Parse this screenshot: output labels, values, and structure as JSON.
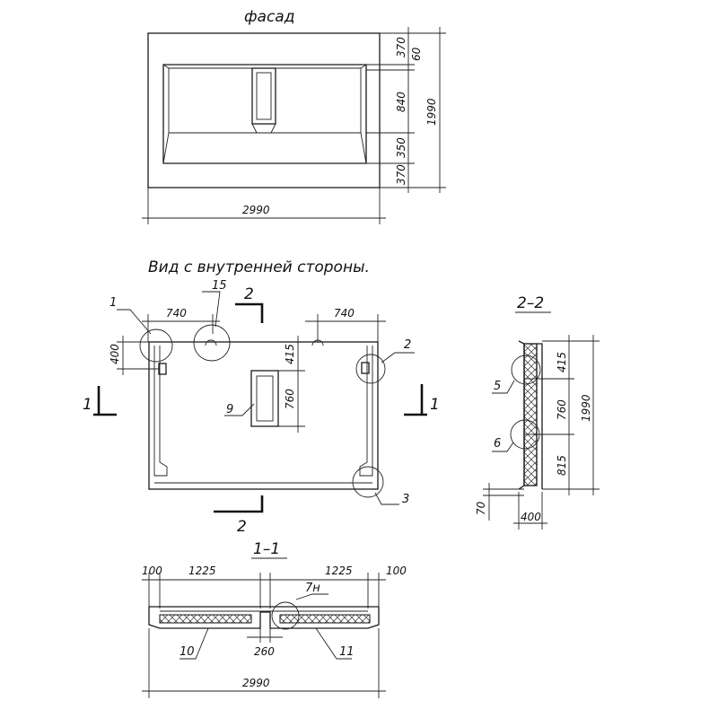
{
  "facade": {
    "title": "фасад",
    "width": "2990",
    "dims_right": [
      "370",
      "60",
      "840",
      "350",
      "370"
    ],
    "total_height": "1990"
  },
  "inner_view": {
    "title": "Вид с внутренней стороны.",
    "dim_left_top": "740",
    "dim_right_top": "740",
    "dim_left_vertical": "400",
    "dim_inner_415": "415",
    "dim_window_height": "760",
    "section_mark_2": "2",
    "section_mark_1": "1",
    "callouts": [
      "1",
      "15",
      "2",
      "9",
      "3"
    ]
  },
  "section_2_2": {
    "title": "2–2",
    "dims_right": [
      "415",
      "760",
      "815"
    ],
    "total_height": "1990",
    "bottom_dim": "70",
    "thickness": "400",
    "callouts": [
      "5",
      "6"
    ]
  },
  "section_1_1": {
    "title": "1–1",
    "dims_top": [
      "100",
      "1225",
      "1225",
      "100"
    ],
    "total_width": "2990",
    "center_gap": "260",
    "callouts": [
      "7н",
      "10",
      "11"
    ]
  }
}
